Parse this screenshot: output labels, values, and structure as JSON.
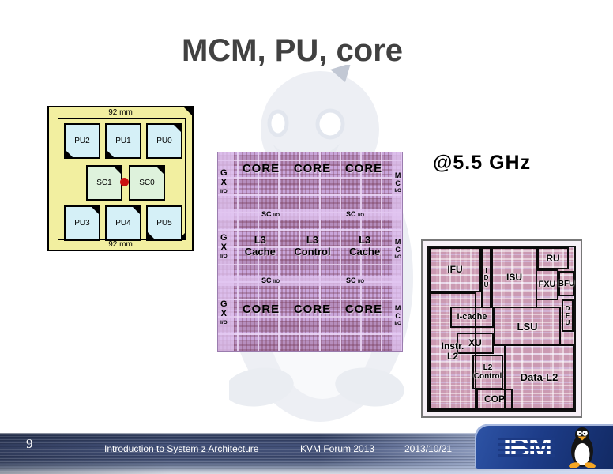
{
  "slide": {
    "title": "MCM, PU, core",
    "frequency": "@5.5 GHz"
  },
  "mcm": {
    "top_label": "92 mm",
    "bottom_label": "92 mm",
    "row1": [
      "PU2",
      "PU1",
      "PU0"
    ],
    "row2": [
      "SC1",
      "SC0"
    ],
    "row3": [
      "PU3",
      "PU4",
      "PU5"
    ]
  },
  "pu_die": {
    "cores_top": [
      "CORE",
      "CORE",
      "CORE"
    ],
    "cores_bottom": [
      "CORE",
      "CORE",
      "CORE"
    ],
    "l3": [
      {
        "l1": "L3",
        "l2": "Cache"
      },
      {
        "l1": "L3",
        "l2": "Control"
      },
      {
        "l1": "L3",
        "l2": "Cache"
      }
    ],
    "gx": {
      "l1": "G",
      "l2": "X",
      "l3": "I/O"
    },
    "mc": {
      "l1": "M",
      "l2": "C",
      "l3": "I/O"
    },
    "sc": {
      "main": "SC",
      "sub": "I/O"
    }
  },
  "core_die": {
    "ifu": "IFU",
    "idu": {
      "l1": "I",
      "l2": "D",
      "l3": "U"
    },
    "isu": "ISU",
    "ru": "RU",
    "fxu": "FXU",
    "bfu": "BFU",
    "dfu": {
      "l1": "D",
      "l2": "F",
      "l3": "U"
    },
    "icache": "I-cache",
    "lsu": "LSU",
    "xu": "XU",
    "instr_l2": {
      "l1": "Instr.",
      "l2": "L2"
    },
    "l2_control": {
      "l1": "L2",
      "l2": "Control"
    },
    "cop": "COP",
    "data_l2": "Data-L2"
  },
  "footer": {
    "page_number": "9",
    "presentation_title": "Introduction to System z Architecture",
    "event": "KVM Forum 2013",
    "date": "2013/10/21",
    "brand": "IBM"
  },
  "colors": {
    "title_gray": "#414141",
    "mcm_bg": "#f2efa0",
    "pu_chip_fill": "#d5f0f7",
    "sc_chip_fill": "#def2dc",
    "red_dot": "#cc1111",
    "die_lavender": "#c9a6db",
    "core_die_bg": "#e7d5e8",
    "footer_blue": "#3e4b70",
    "ibm_box_blue": "#1d3c88"
  }
}
